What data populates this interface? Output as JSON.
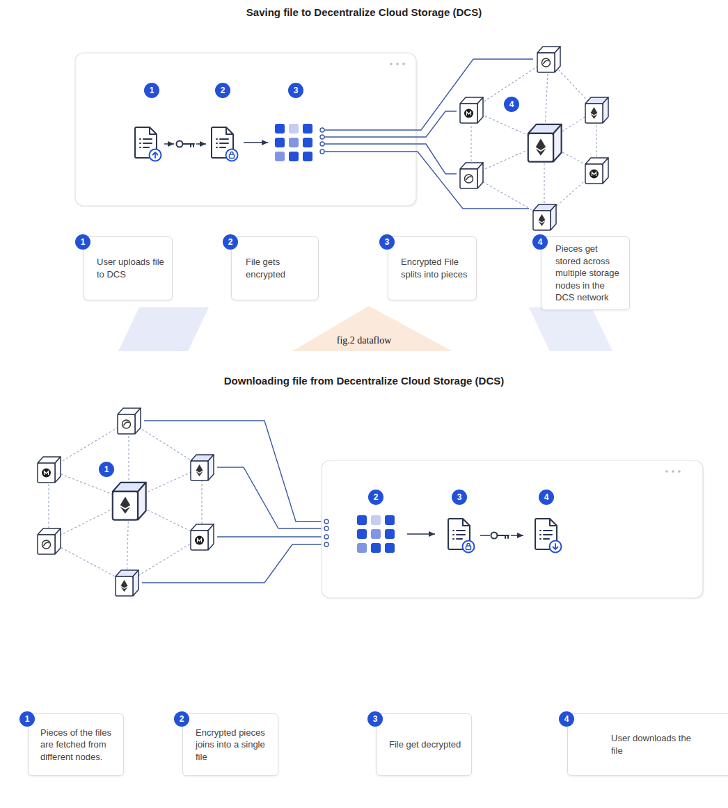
{
  "diagram": {
    "title": "Saving file to Decentralize Cloud Storage (DCS)",
    "caption": "fig.2 dataflow",
    "nodes": [
      {
        "text": [
          "1",
          "User uploads file to DCS"
        ]
      },
      {
        "text": [
          "2",
          "File gets encrypted"
        ]
      },
      {
        "text": [
          "3",
          "Encrypted File splits into pieces"
        ]
      },
      {
        "text": [
          "4",
          "Pieces get stored across multiple storage nodes in the DCS network"
        ]
      },
      {
        "text": [
          "1",
          "Pieces of the files are fetched from different nodes."
        ]
      },
      {
        "text": [
          "2",
          "Encrypted pieces joins into a single file"
        ]
      },
      {
        "text": [
          "3",
          "File get decrypted"
        ]
      },
      {
        "text": [
          "4",
          "User downloads the file"
        ]
      }
    ],
    "labels": [
      "1",
      "2",
      "3",
      "4",
      "Downloading file from Decentralize Cloud Storage (DCS)",
      "1",
      "2",
      "3",
      "4"
    ]
  }
}
